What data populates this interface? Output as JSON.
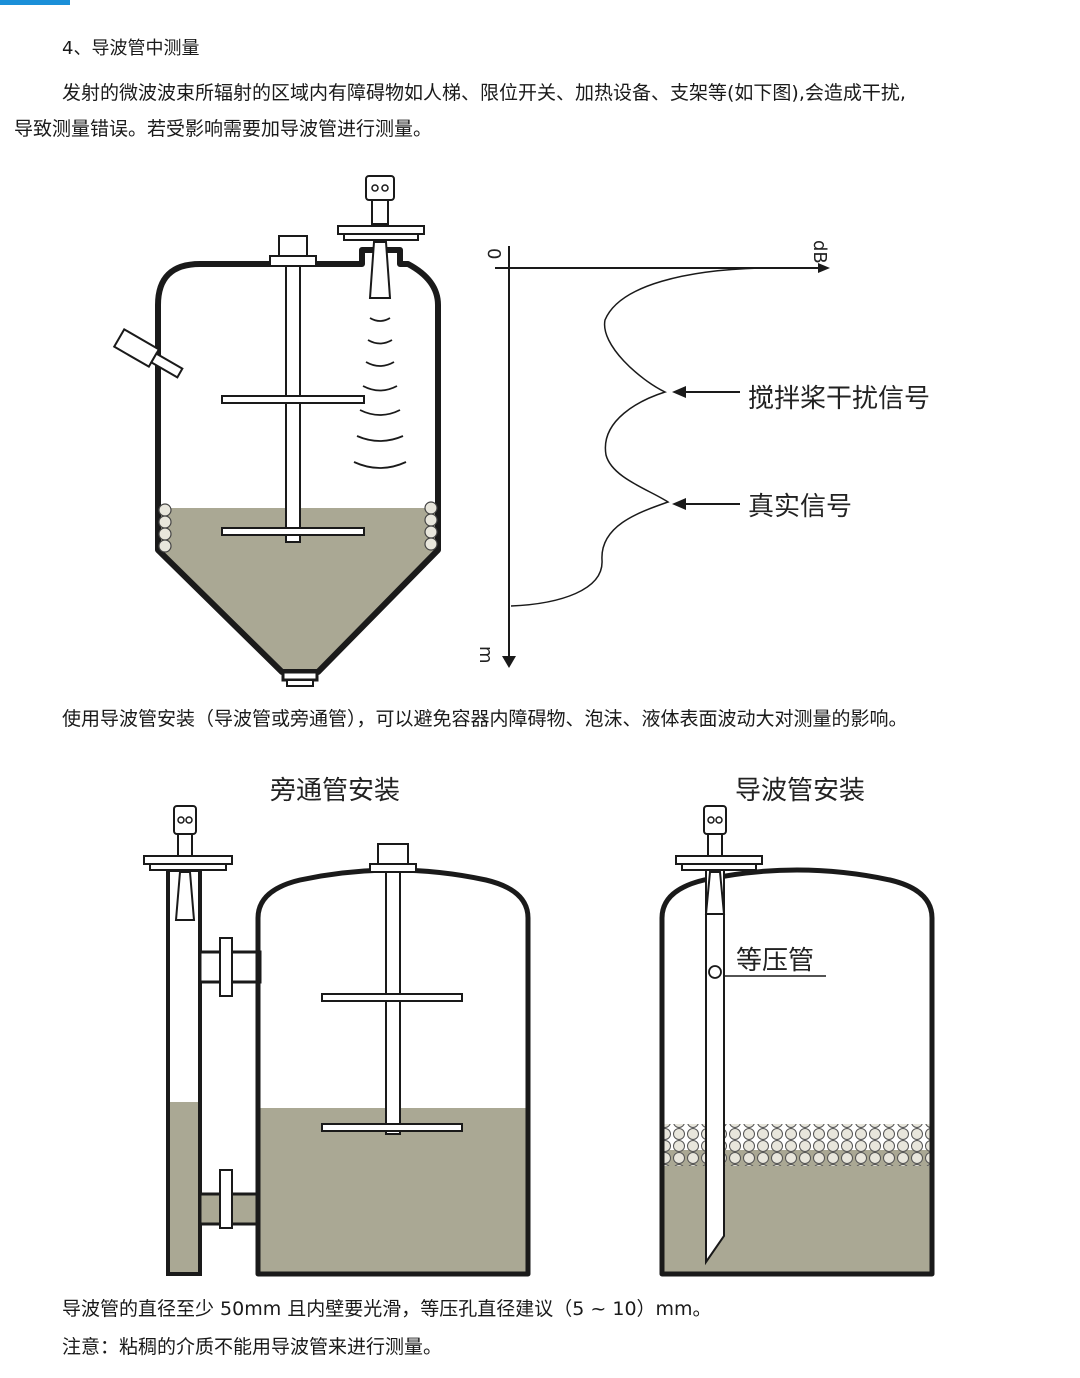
{
  "section": {
    "heading": "4、导波管中测量",
    "para1": "发射的微波波束所辐射的区域内有障碍物如人梯、限位开关、加热设备、支架等(如下图),会造成干扰,",
    "para2": "导致测量错误。若受影响需要加导波管进行测量。",
    "para3": "使用导波管安装（导波管或旁通管），可以避免容器内障碍物、泡沫、液体表面波动大对测量的影响。",
    "para4": "导波管的直径至少 50mm 且内壁要光滑，等压孔直径建议（5 ~ 10）mm。",
    "para5": "注意：粘稠的介质不能用导波管来进行测量。"
  },
  "diagram1": {
    "axis_origin": "0",
    "axis_x_label": "dB",
    "axis_y_label": "m",
    "annotation_interference": "搅拌桨干扰信号",
    "annotation_true": "真实信号"
  },
  "diagram2": {
    "bypass_title": "旁通管安装",
    "guide_title": "导波管安装",
    "equalizer_label": "等压管"
  },
  "colors": {
    "liquid": "#aaa894",
    "tank_stroke": "#1a1a1a",
    "accent": "#1b8fd8"
  }
}
